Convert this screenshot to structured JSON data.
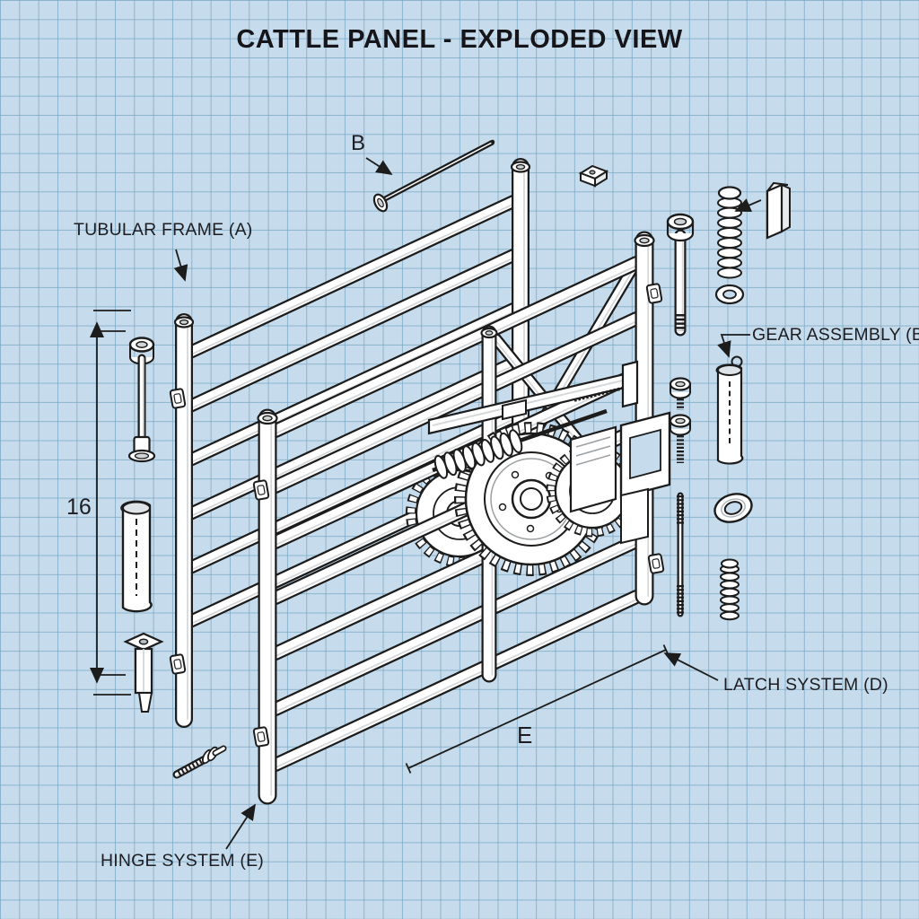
{
  "title": "CATTLE PANEL - EXPLODED VIEW",
  "callouts": {
    "tubular_frame": "TUBULAR FRAME (A)",
    "gear_assembly": "GEAR ASSEMBLY (B)",
    "latch_system": "LATCH SYSTEM (D)",
    "hinge_system": "HINGE SYSTEM (E)"
  },
  "dimensions": {
    "bolt_callout": "B",
    "panel_width": "E",
    "panel_height": "16"
  },
  "colors": {
    "paper": "#c6dcec",
    "grid_line": "#8db6d2",
    "ink": "#1c1c1c",
    "metal_white": "#ffffff",
    "metal_shade": "#d5d8da"
  }
}
